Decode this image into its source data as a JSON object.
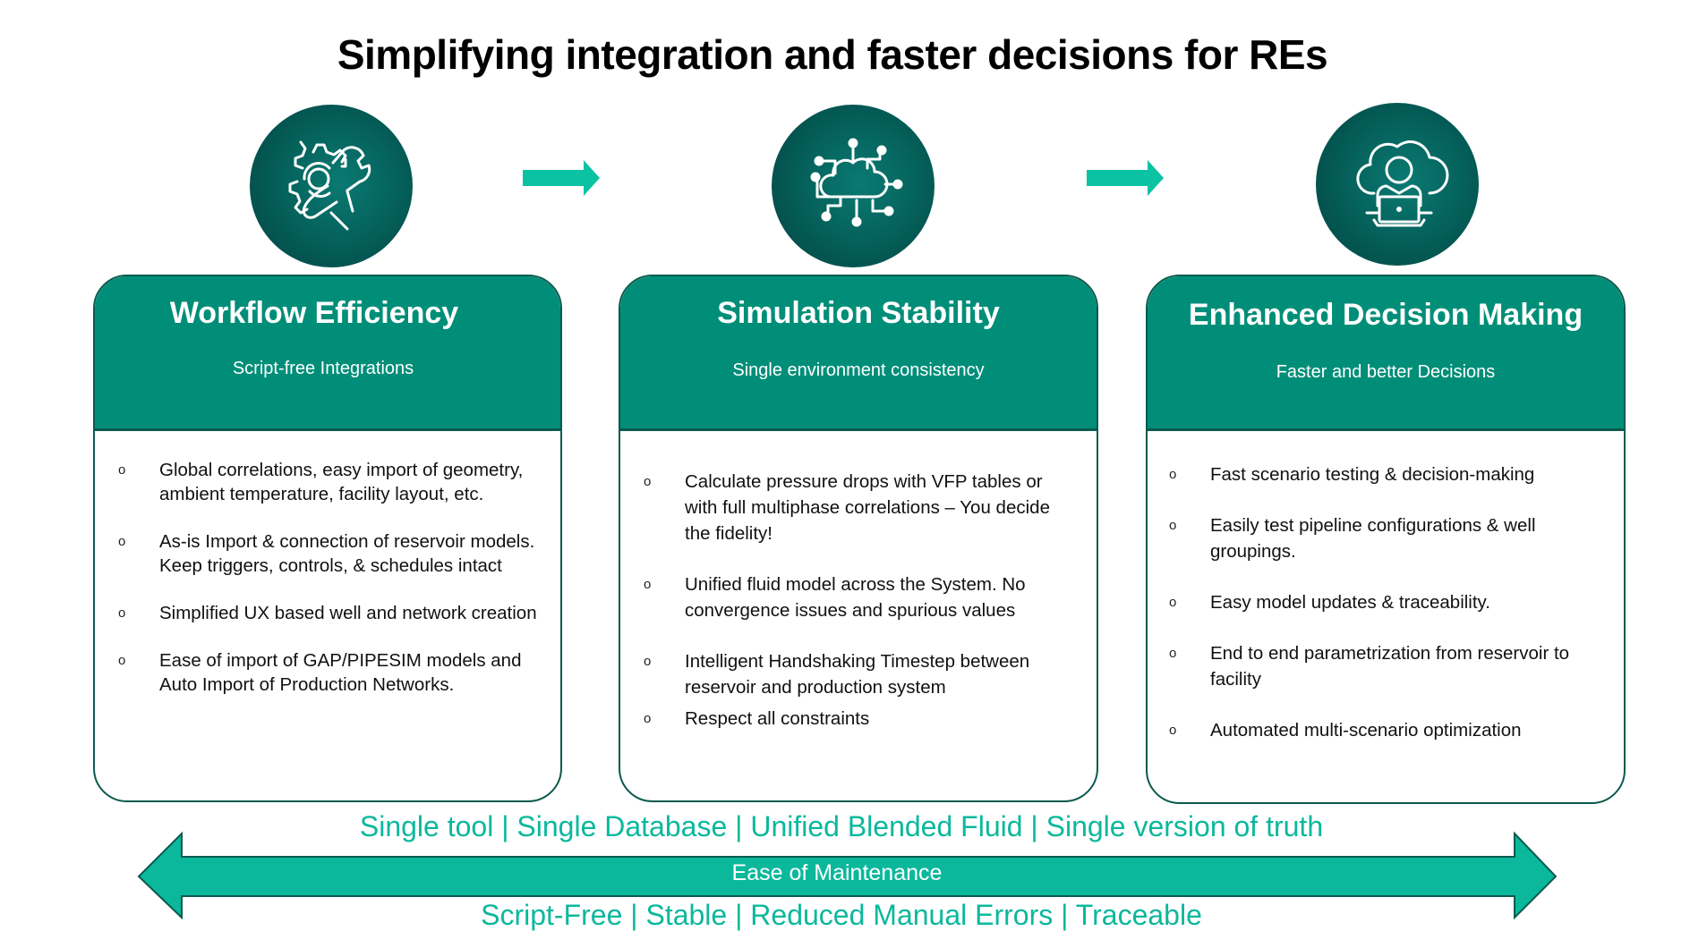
{
  "title": "Simplifying integration and faster decisions for REs",
  "colors": {
    "header_teal": "#008e78",
    "border_dark": "#0b5a4e",
    "accent_teal": "#0bb89c",
    "icon_bg": "#05625c"
  },
  "icons": [
    {
      "name": "gear-wrench-hand-icon"
    },
    {
      "name": "cloud-network-icon"
    },
    {
      "name": "cloud-user-laptop-icon"
    }
  ],
  "flow_arrows": [
    "right-arrow",
    "right-arrow"
  ],
  "cards": [
    {
      "title": "Workflow Efficiency",
      "subtitle": "Script-free Integrations",
      "bullets": [
        "Global correlations, easy import of geometry, ambient temperature, facility layout, etc.",
        "As-is Import & connection of reservoir models. Keep triggers, controls, & schedules intact",
        "Simplified UX based well and network creation",
        "Ease of import of GAP/PIPESIM models and Auto Import of Production Networks."
      ]
    },
    {
      "title": "Simulation Stability",
      "subtitle": "Single environment consistency",
      "bullets": [
        "Calculate pressure drops with VFP tables or with full multiphase correlations – You decide the fidelity!",
        "Unified fluid model across the System. No convergence issues and spurious values",
        "Intelligent  Handshaking Timestep between reservoir and production system",
        "Respect all constraints"
      ]
    },
    {
      "title": "Enhanced Decision Making",
      "subtitle": "Faster and better Decisions",
      "bullets": [
        "Fast scenario testing & decision-making",
        "Easily test pipeline configurations & well groupings.",
        "Easy model updates & traceability.",
        "End to end parametrization from reservoir to facility",
        "Automated multi-scenario optimization"
      ]
    }
  ],
  "bullet_glyph": "o",
  "bottom": {
    "top_line": "Single tool | Single Database | Unified Blended Fluid | Single version of truth",
    "arrow_label": "Ease of Maintenance",
    "bottom_line": "Script-Free |  Stable  | Reduced Manual Errors | Traceable"
  }
}
